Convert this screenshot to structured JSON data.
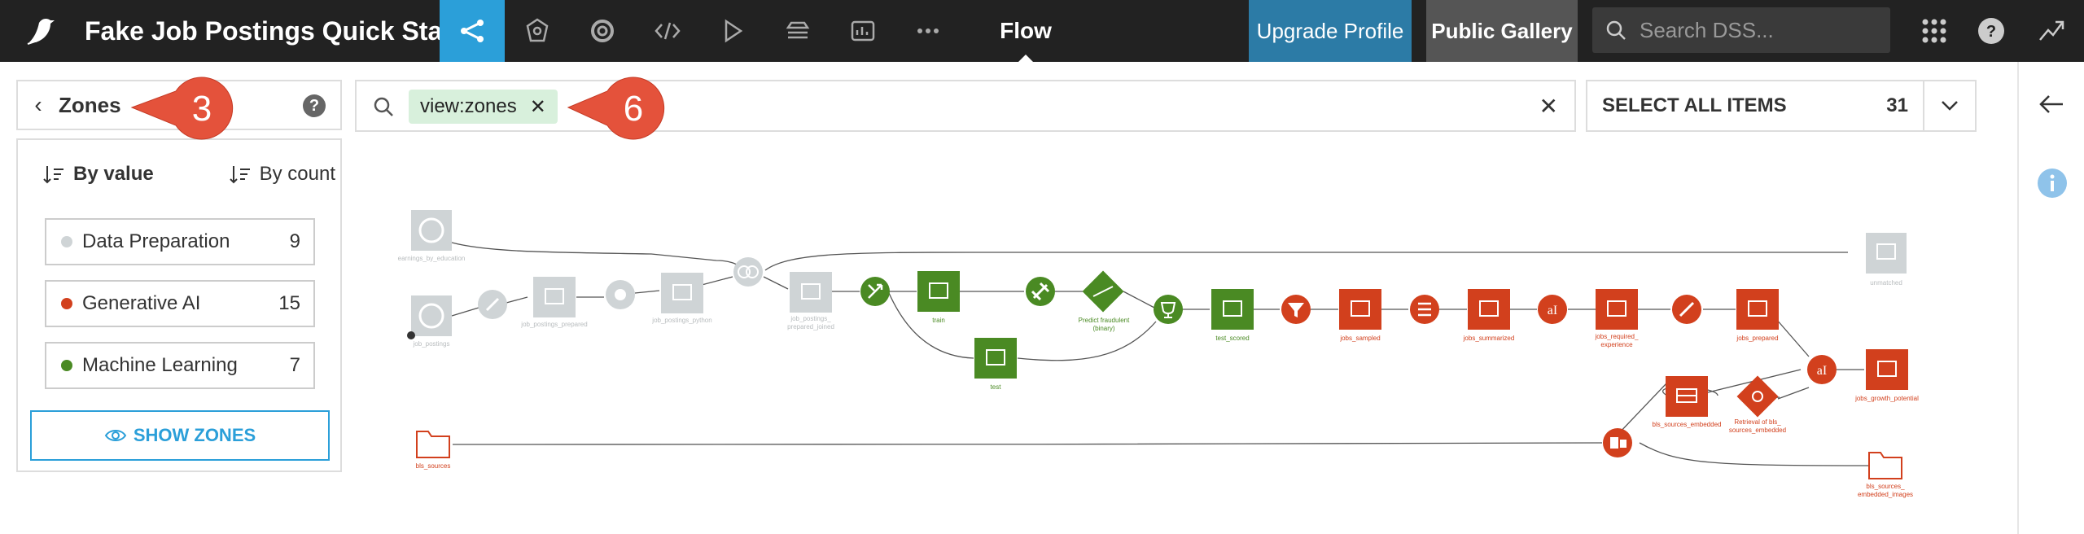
{
  "app": {
    "project_title": "Fake Job Postings Quick Start",
    "current_view": "Flow",
    "upgrade_label": "Upgrade Profile",
    "gallery_label": "Public Gallery",
    "search_placeholder": "Search DSS..."
  },
  "colors": {
    "topbar": "#222222",
    "active_nav": "#2b9fd9",
    "data_prep": "#cfd4d6",
    "generative_ai": "#d2401d",
    "machine_learning": "#4a8a23"
  },
  "zones_panel": {
    "title": "Zones",
    "help": "?",
    "sort_by_value": "By value",
    "sort_by_count": "By count",
    "items": [
      {
        "name": "Data Preparation",
        "count": "9"
      },
      {
        "name": "Generative AI",
        "count": "15"
      },
      {
        "name": "Machine Learning",
        "count": "7"
      }
    ],
    "show_zones_label": "SHOW ZONES"
  },
  "filter": {
    "chip": "view:zones"
  },
  "select_all": {
    "label": "SELECT ALL ITEMS",
    "count": "31"
  },
  "annotations": {
    "zones_callout": "3",
    "filter_callout": "6"
  },
  "flow_labels": {
    "earnings": "earnings_by_education",
    "job_postings": "job_postings",
    "job_postings_prepared": "job_postings_prepared",
    "job_postings_python": "job_postings_python",
    "joined_1": "job_postings_",
    "joined_2": "prepared_joined",
    "train": "train",
    "test": "test",
    "predict_1": "Predict fraudulent",
    "predict_2": "(binary)",
    "test_scored": "test_scored",
    "jobs_sampled": "jobs_sampled",
    "jobs_summarized": "jobs_summarized",
    "req_exp_1": "jobs_required_",
    "req_exp_2": "experience",
    "jobs_prepared": "jobs_prepared",
    "growth": "jobs_growth_potential",
    "unmatched": "unmatched",
    "retrieval_1": "Retrieval of bls_",
    "retrieval_2": "sources_embedded",
    "bls_embedded": "bls_sources_embedded",
    "bls_sources": "bls_sources",
    "bls_images_1": "bls_sources_",
    "bls_images_2": "embedded_images"
  }
}
